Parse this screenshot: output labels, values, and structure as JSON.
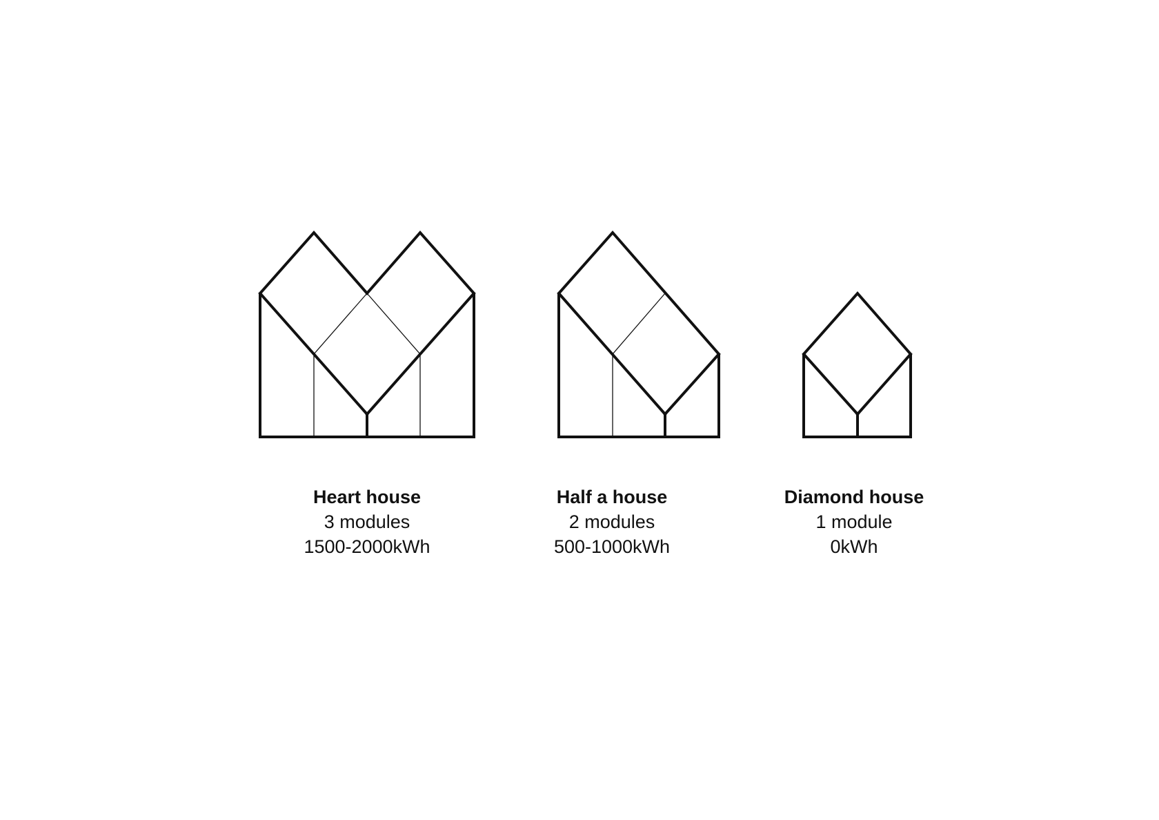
{
  "houses": [
    {
      "id": "heart",
      "name": "Heart house",
      "modules_text": "3 modules",
      "energy_text": "1500-2000kWh",
      "modules": 3
    },
    {
      "id": "half",
      "name": "Half a house",
      "modules_text": "2 modules",
      "energy_text": "500-1000kWh",
      "modules": 2
    },
    {
      "id": "diamond",
      "name": "Diamond house",
      "modules_text": "1 module",
      "energy_text": "0kWh",
      "modules": 1
    }
  ],
  "colors": {
    "background": "#ffffff",
    "line": "#111111"
  }
}
